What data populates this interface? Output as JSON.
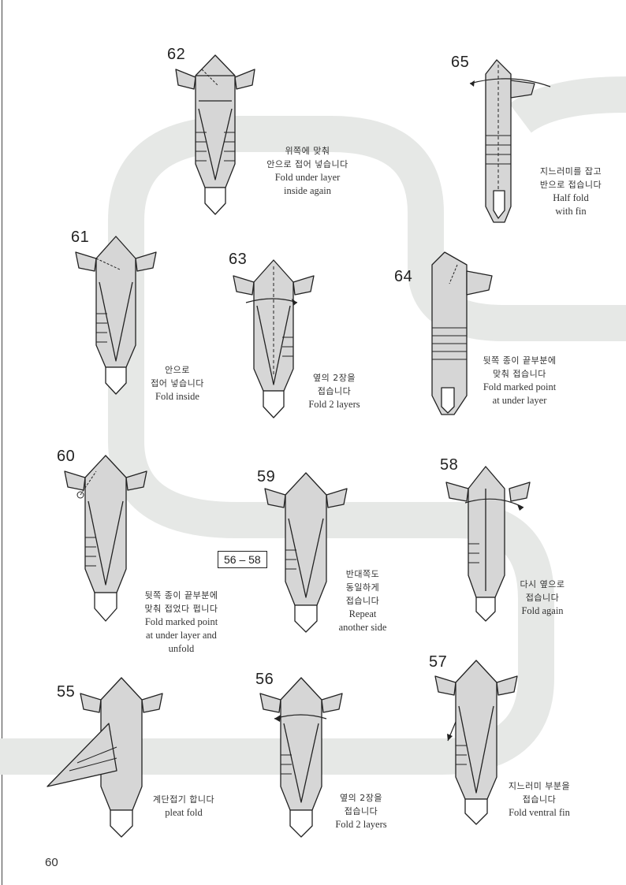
{
  "page_number": "60",
  "reference_box": "56 – 58",
  "steps": [
    {
      "id": "62",
      "number": "62",
      "ko": [
        "위쪽에 맞춰",
        "안으로 접어 넣습니다"
      ],
      "en": [
        "Fold under layer",
        "inside again"
      ]
    },
    {
      "id": "65",
      "number": "65",
      "ko": [
        "지느러미를 잡고",
        "반으로 접습니다"
      ],
      "en": [
        "Half fold",
        "with fin"
      ]
    },
    {
      "id": "61",
      "number": "61",
      "ko": [
        "안으로",
        "접어 넣습니다"
      ],
      "en": [
        "Fold inside"
      ]
    },
    {
      "id": "63",
      "number": "63",
      "ko": [
        "옆의 2장을",
        "접습니다"
      ],
      "en": [
        "Fold 2 layers"
      ]
    },
    {
      "id": "64",
      "number": "64",
      "ko": [
        "뒷쪽 종이 끝부분에",
        "맞춰 접습니다"
      ],
      "en": [
        "Fold marked point",
        "at under layer"
      ]
    },
    {
      "id": "60",
      "number": "60",
      "ko": [
        "뒷쪽 종이 끝부분에",
        "맞춰 접었다 펍니다"
      ],
      "en": [
        "Fold marked point",
        "at under layer and",
        "unfold"
      ]
    },
    {
      "id": "59",
      "number": "59",
      "ko": [
        "반대쪽도",
        "동일하게",
        "접습니다"
      ],
      "en": [
        "Repeat",
        "another side"
      ]
    },
    {
      "id": "58",
      "number": "58",
      "ko": [
        "다시 옆으로",
        "접습니다"
      ],
      "en": [
        "Fold again"
      ]
    },
    {
      "id": "55",
      "number": "55",
      "ko": [
        "계단접기 합니다"
      ],
      "en": [
        "pleat fold"
      ]
    },
    {
      "id": "56",
      "number": "56",
      "ko": [
        "옆의 2장을",
        "접습니다"
      ],
      "en": [
        "Fold 2 layers"
      ]
    },
    {
      "id": "57",
      "number": "57",
      "ko": [
        "지느러미 부분을",
        "접습니다"
      ],
      "en": [
        "Fold ventral fin"
      ]
    }
  ]
}
